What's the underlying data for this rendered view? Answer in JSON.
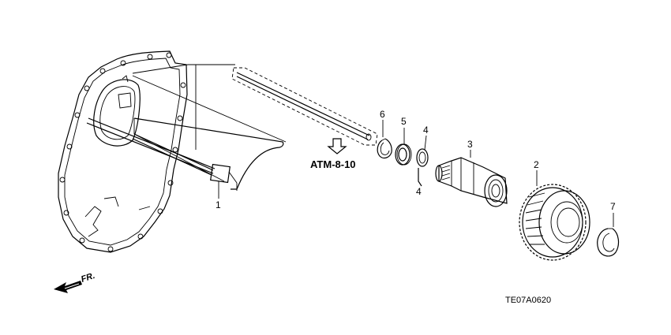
{
  "callouts": {
    "c1": "1",
    "c2": "2",
    "c3": "3",
    "c4a": "4",
    "c4b": "4",
    "c5": "5",
    "c6": "6",
    "c7": "7"
  },
  "reference": "ATM-8-10",
  "direction_label": "FR.",
  "diagram_code": "TE07A0620"
}
